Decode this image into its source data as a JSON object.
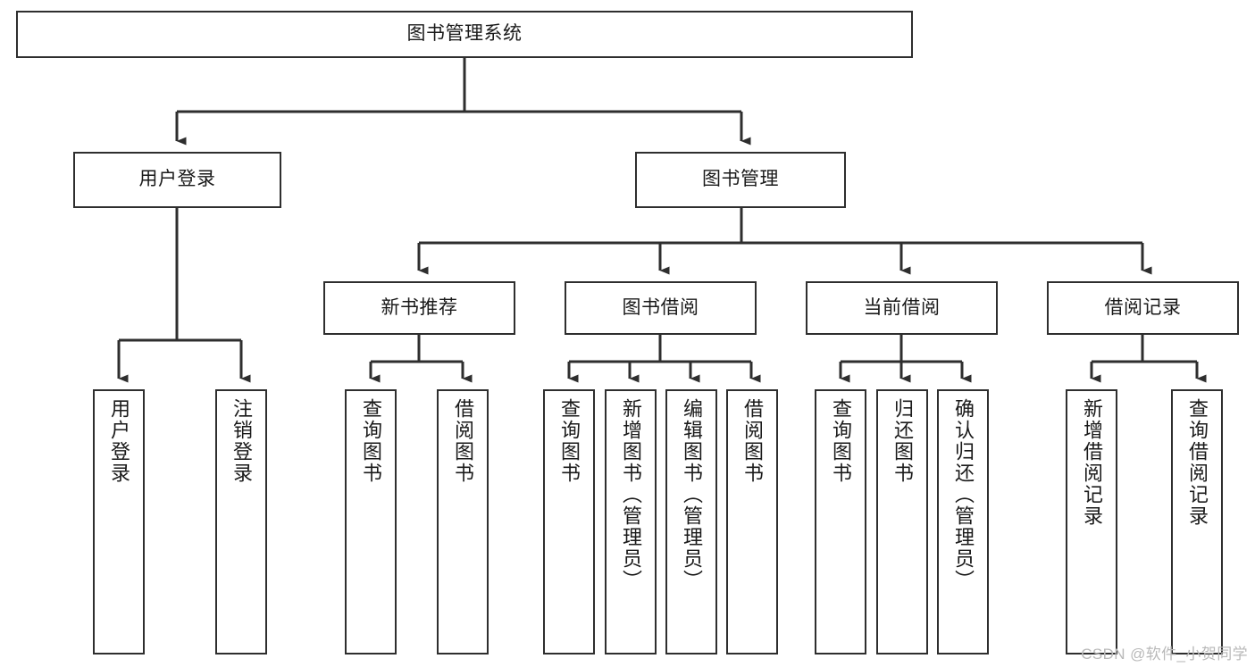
{
  "diagram": {
    "type": "tree",
    "title": "图书管理系统",
    "watermark": "CSDN @软件_小贺同学",
    "colors": {
      "box_border": "#2e2e2e",
      "box_fill": "#ffffff",
      "connector": "#2e2e2e",
      "text": "#1a1a1a",
      "watermark": "#b9b9b9"
    },
    "nodes": {
      "root": {
        "label": "图书管理系统"
      },
      "level2": [
        {
          "label": "用户登录"
        },
        {
          "label": "图书管理"
        }
      ],
      "level3": [
        {
          "label": "新书推荐"
        },
        {
          "label": "图书借阅"
        },
        {
          "label": "当前借阅"
        },
        {
          "label": "借阅记录"
        }
      ],
      "leaves": {
        "user_login": [
          {
            "label": "用户登录"
          },
          {
            "label": "注销登录"
          }
        ],
        "new_book_recommend": [
          {
            "label": "查询图书"
          },
          {
            "label": "借阅图书"
          }
        ],
        "book_borrow": [
          {
            "label": "查询图书"
          },
          {
            "label": "新增图书（管理员）"
          },
          {
            "label": "编辑图书（管理员）"
          },
          {
            "label": "借阅图书"
          }
        ],
        "current_borrow": [
          {
            "label": "查询图书"
          },
          {
            "label": "归还图书"
          },
          {
            "label": "确认归还（管理员）"
          }
        ],
        "borrow_record": [
          {
            "label": "新增借阅记录"
          },
          {
            "label": "查询借阅记录"
          }
        ]
      }
    }
  }
}
